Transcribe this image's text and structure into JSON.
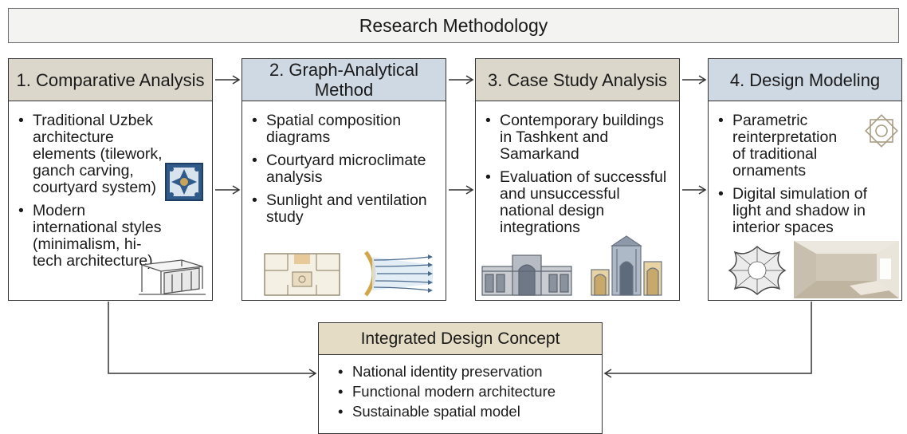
{
  "title": "Research Methodology",
  "columns": [
    {
      "heading": "1. Comparative Analysis",
      "items": [
        "Traditional Uzbek architecture elements (tilework, ganch carving, courtyard system)",
        "Modern international styles (minimalism, hi-tech architecture)"
      ],
      "icons": [
        "tile-pattern-icon",
        "modern-building-icon"
      ]
    },
    {
      "heading": "2. Graph-Analytical Method",
      "items": [
        "Spatial composition diagrams",
        "Courtyard microclimate analysis",
        "Sunlight and ventilation study"
      ],
      "icons": [
        "floor-plan-icon",
        "airflow-icon"
      ]
    },
    {
      "heading": "3. Case Study Analysis",
      "items": [
        "Contemporary buildings in Tashkent and Samarkand",
        "Evaluation of successful and unsuccessful national design integrations"
      ],
      "icons": [
        "madrasa-facade-icon",
        "modern-tower-icon"
      ]
    },
    {
      "heading": "4. Design Modeling",
      "items": [
        "Parametric reinterpretation of traditional ornaments",
        "Digital simulation of light and shadow in interior spaces"
      ],
      "icons": [
        "star-ornament-icon",
        "parametric-ornament-icon",
        "interior-render-icon"
      ]
    }
  ],
  "integrated": {
    "heading": "Integrated Design Concept",
    "items": [
      "National identity preservation",
      "Functional modern architecture",
      "Sustainable spatial model"
    ]
  },
  "colors": {
    "head_tan": "#dcd7cb",
    "head_blue": "#cfd9e4",
    "bottom_head": "#e5dcc5",
    "border": "#333333"
  }
}
